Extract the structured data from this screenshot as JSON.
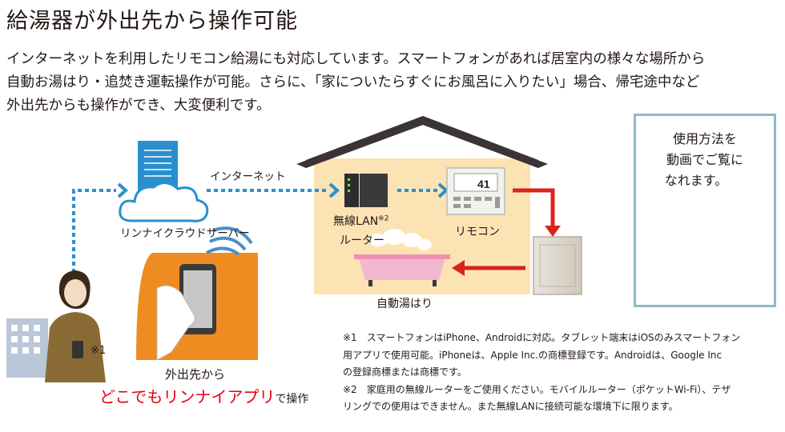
{
  "title": "給湯器が外出先から操作可能",
  "lead": [
    "インターネットを利用したリモコン給湯にも対応しています。スマートフォンがあれば居室内の様々な場所から",
    "自動お湯はり・追焚き運転操作が可能。さらに、「家についたらすぐにお風呂に入りたい」場合、帰宅途中など",
    "外出先からも操作ができ、大変便利です。"
  ],
  "diagram": {
    "internet_label": "インターネット",
    "cloud_server_label": "リンナイクラウドサーバー",
    "router_label": "無線LAN",
    "router_note_mark": "※2",
    "router_label_2": "ルーター",
    "remote_label": "リモコン",
    "remote_display": "41",
    "bath_label": "自動湯はり",
    "phone_note_mark": "※1",
    "outside_label": "外出先から",
    "app_label": "どこでもリンナイアプリ",
    "app_suffix": "で操作"
  },
  "qr": {
    "lines": [
      "使用方法を",
      "動画でご覧に",
      "なれます。"
    ]
  },
  "notes": [
    "※1　スマートフォンはiPhone、Androidに対応。タブレット端末はiOSのみスマートフォン",
    "用アプリで使用可能。iPhoneは、Apple Inc.の商標登録です。Androidは、Google Inc",
    "の登録商標または商標です。",
    "※2　家庭用の無線ルーターをご使用ください。モバイルルーター（ポケットWi-Fi）、テザ",
    "リングでの使用はできません。また無線LANに接続可能な環境下に限ります。"
  ],
  "colors": {
    "house_wall": "#fbe3b4",
    "roof": "#3b3436",
    "dotted_arrow": "#2a8fd0",
    "red_arrow": "#d9231c",
    "app_text": "#e60012",
    "orange_panel": "#ef8c21",
    "qr_border": "#8fb8c6"
  }
}
